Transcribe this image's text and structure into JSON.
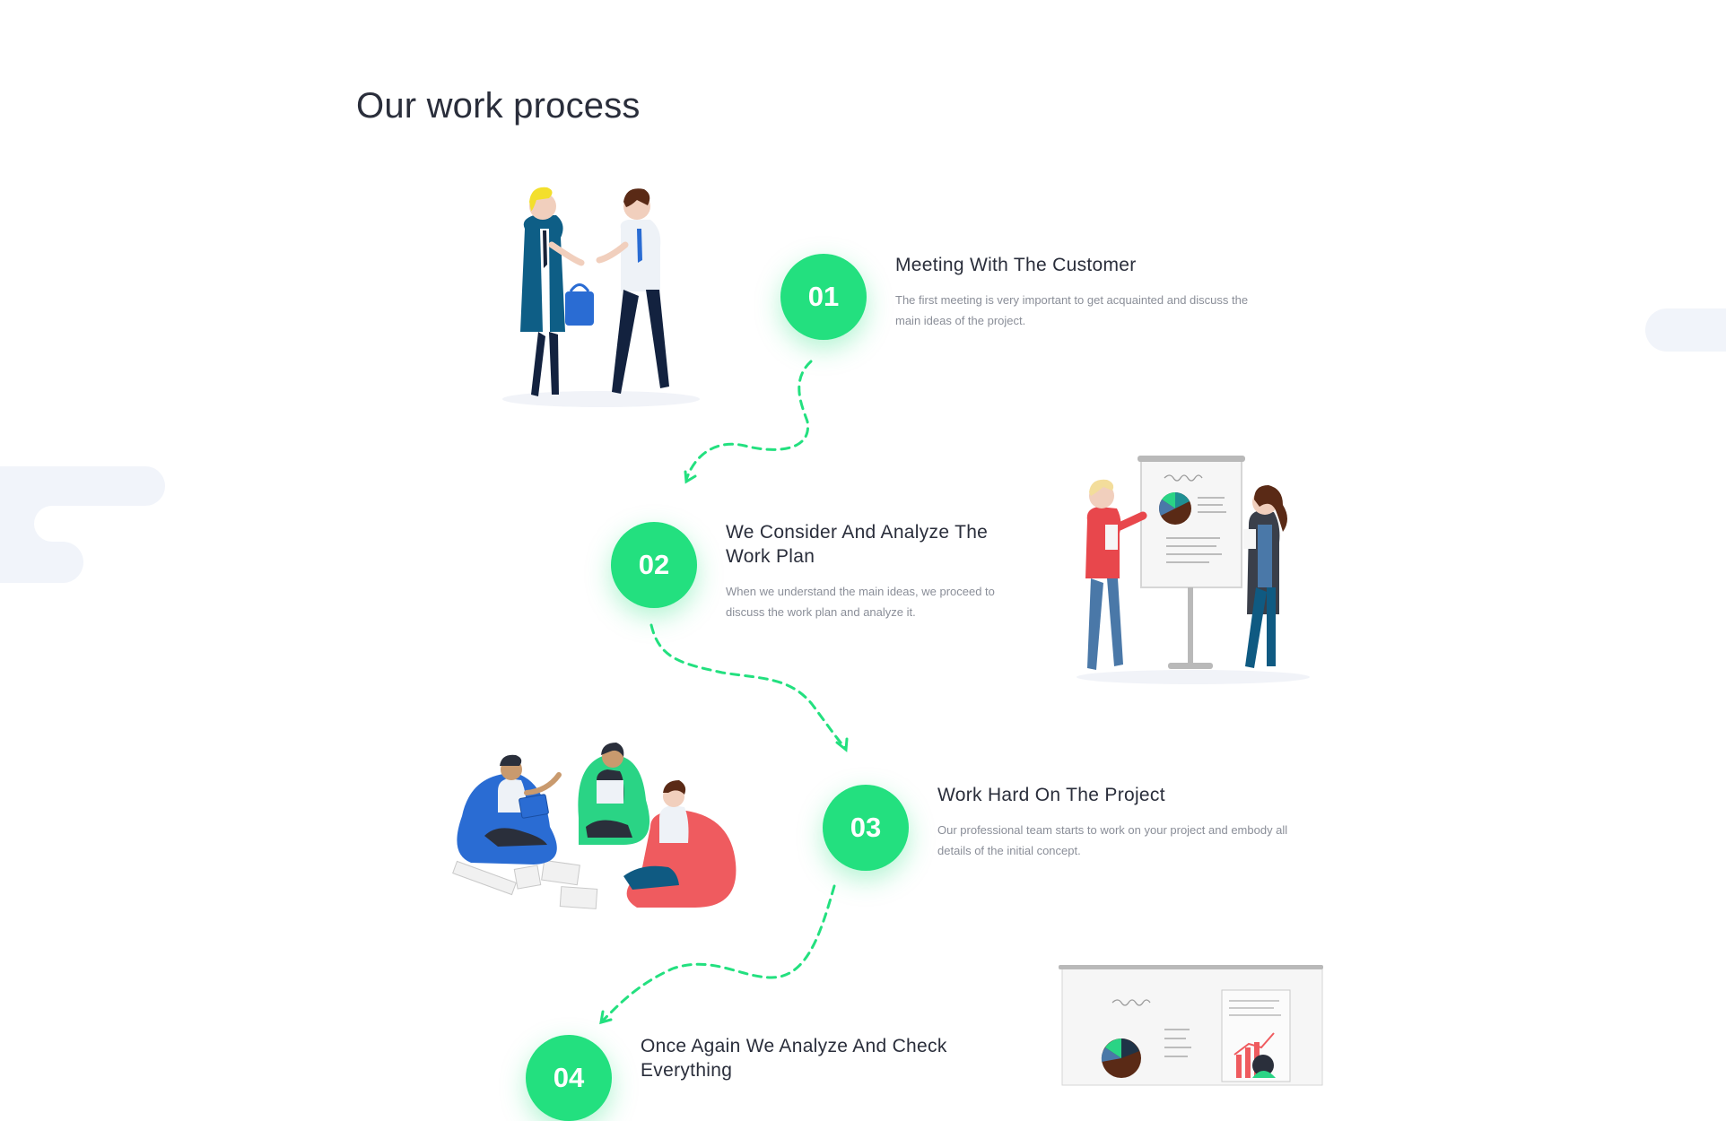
{
  "section": {
    "title": "Our work process"
  },
  "steps": [
    {
      "number": "01",
      "heading": "Meeting With The Customer",
      "description": "The first meeting is very important to get acquainted and discuss the main ideas of the project.",
      "illustration": "two-people-meeting-illustration"
    },
    {
      "number": "02",
      "heading": "We Consider And Analyze The Work Plan",
      "description": "When we understand the main ideas, we proceed to discuss the work plan and analyze it.",
      "illustration": "presentation-board-illustration"
    },
    {
      "number": "03",
      "heading": "Work Hard On The Project",
      "description": "Our professional team starts to work on your project and embody all details of the initial concept.",
      "illustration": "team-working-illustration"
    },
    {
      "number": "04",
      "heading": "Once Again We Analyze And Check Everything",
      "illustration": "analysis-board-illustration"
    }
  ],
  "colors": {
    "accent": "#23e07f",
    "heading": "#2a2e3b",
    "body": "#8a8e98",
    "blob": "#f1f4fa"
  }
}
